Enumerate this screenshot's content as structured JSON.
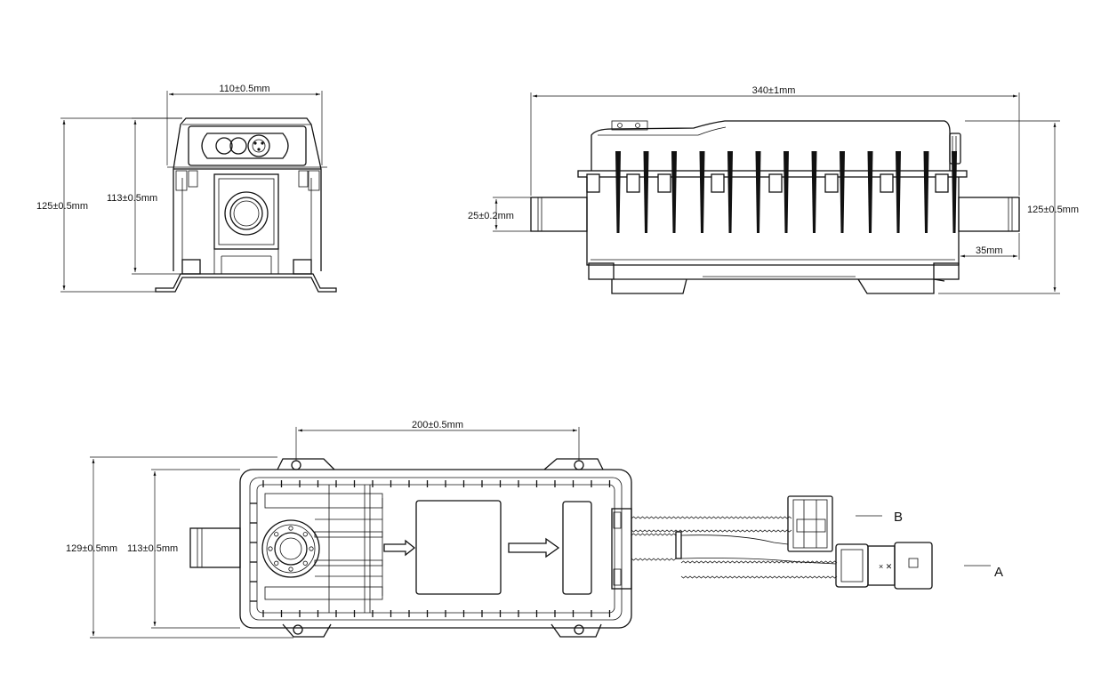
{
  "dimensions": {
    "front_width": "110±0.5mm",
    "front_height_total": "125±0.5mm",
    "front_height_body": "113±0.5mm",
    "side_length": "340±1mm",
    "side_pipe_diameter": "25±0.2mm",
    "side_height": "125±0.5mm",
    "side_pipe_length": "35mm",
    "top_mount_spacing": "200±0.5mm",
    "top_width_total": "129±0.5mm",
    "top_width_body": "113±0.5mm"
  },
  "connectors": {
    "a": "A",
    "b": "B"
  }
}
